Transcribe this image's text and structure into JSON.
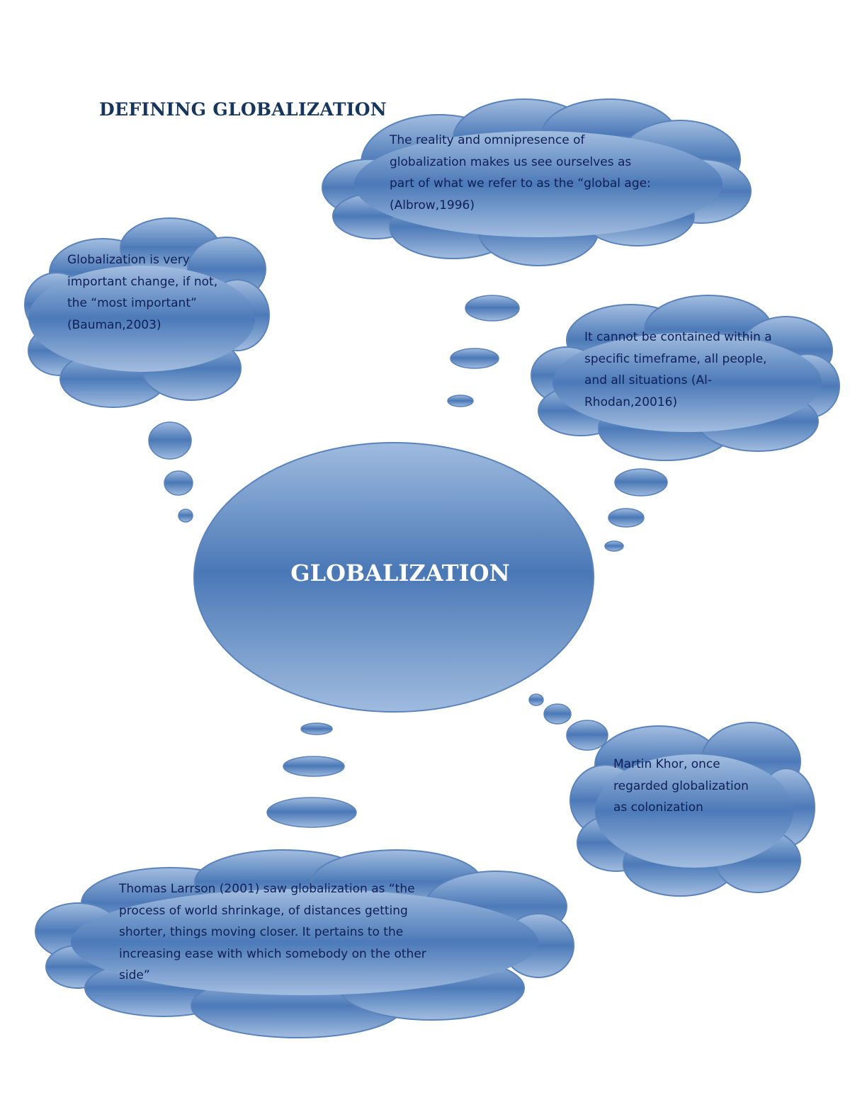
{
  "title": "DEFINING GLOBALIZATION",
  "center": {
    "label": "GLOBALIZATION"
  },
  "clouds": [
    {
      "id": "albrow",
      "text": "The reality and omnipresence of globalization makes us see ourselves as part of what we refer to as the “global age: (Albrow,1996)"
    },
    {
      "id": "bauman",
      "text": "Globalization is very important change, if not, the “most important” (Bauman,2003)"
    },
    {
      "id": "alrhodan",
      "text": "It cannot be contained within a specific timeframe, all people, and all situations (Al-Rhodan,20016)"
    },
    {
      "id": "khor",
      "text": "Martin Khor, once regarded globalization as colonization"
    },
    {
      "id": "larrson",
      "text": "Thomas Larrson (2001) saw globalization as “the process of world shrinkage, of distances getting shorter, things moving closer. It pertains to the increasing ease with which somebody on the other side”"
    }
  ],
  "colors": {
    "fill_light": "#9bb7dc",
    "fill_dark": "#4a78b6",
    "stroke": "#5a82bb",
    "text": "#0f1f57",
    "title": "#17365d"
  }
}
